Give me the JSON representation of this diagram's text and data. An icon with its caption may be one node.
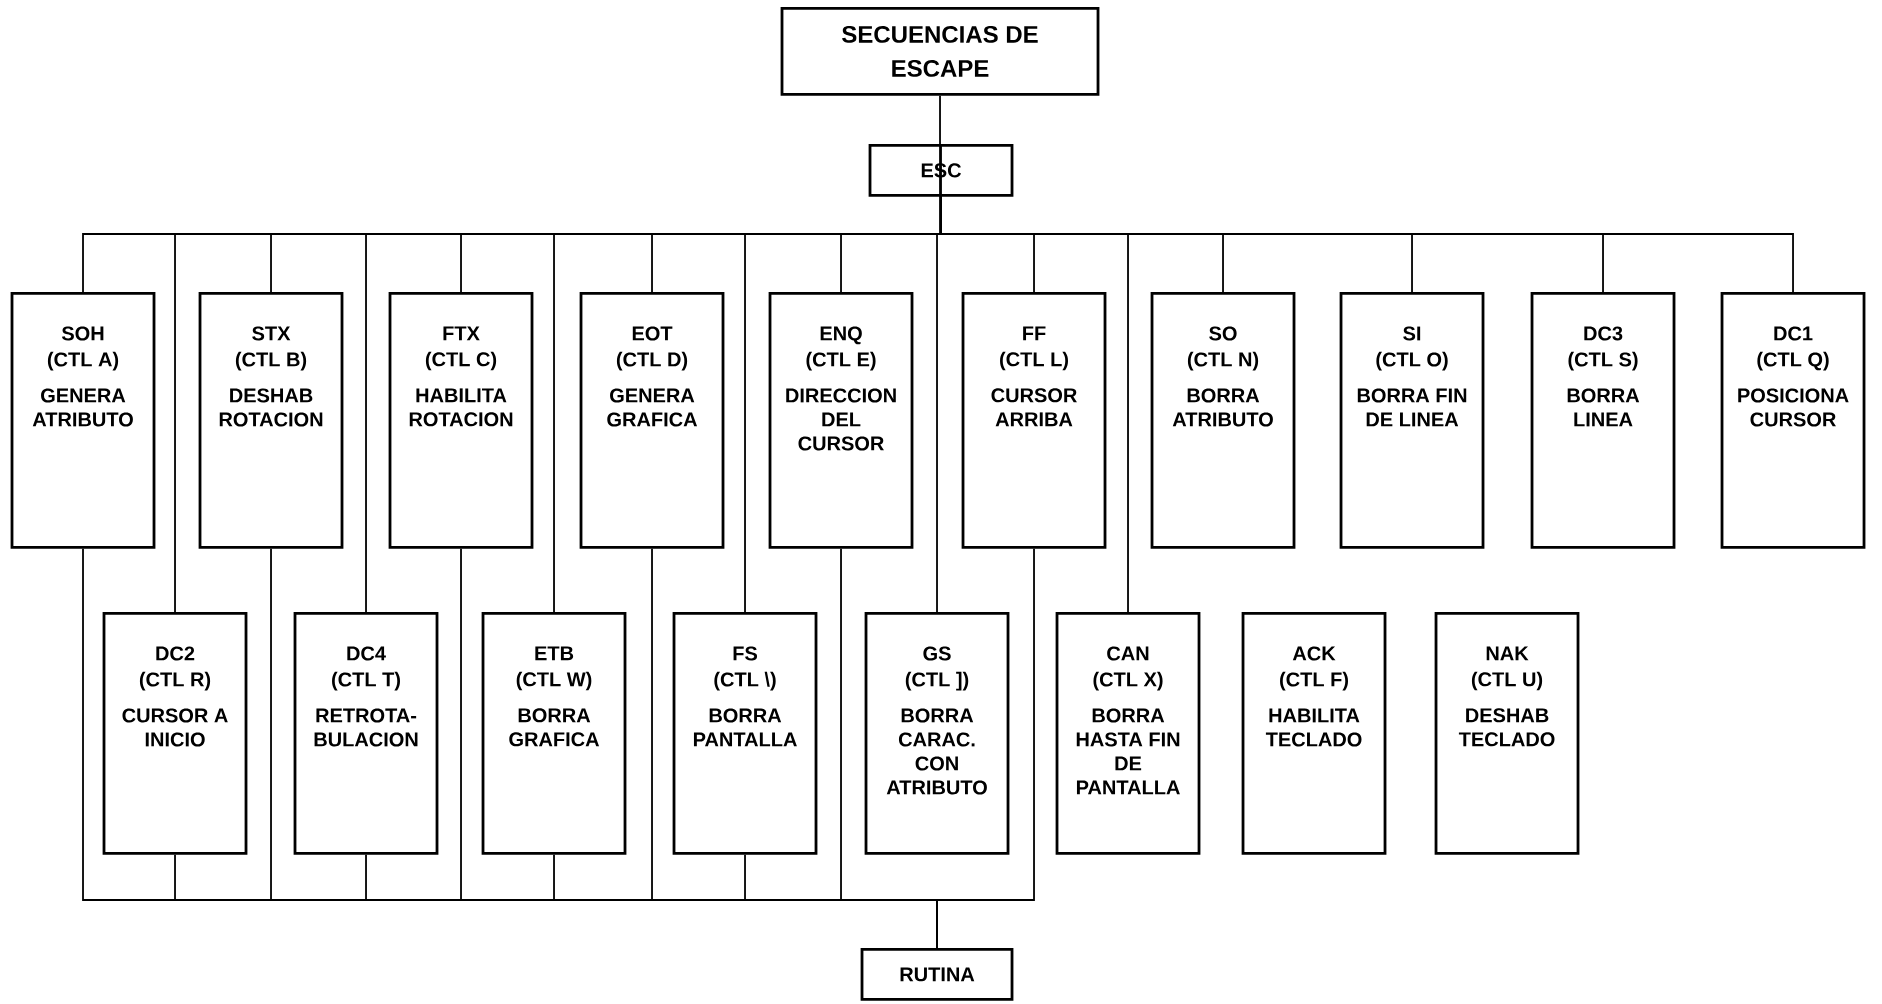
{
  "diagram": {
    "nodes": [
      {
        "text": [
          "SECUENCIAS DE ESCAPE"
        ]
      },
      {
        "text": [
          "ESC"
        ]
      },
      {
        "text": [
          "SOH",
          "(CTL A)",
          "GENERA ATRIBUTO"
        ]
      },
      {
        "text": [
          "STX",
          "(CTL B)",
          "DESHAB ROTACION"
        ]
      },
      {
        "text": [
          "FTX",
          "(CTL C)",
          "HABILITA ROTACION"
        ]
      },
      {
        "text": [
          "EOT",
          "(CTL D)",
          "GENERA GRAFICA"
        ]
      },
      {
        "text": [
          "ENQ",
          "(CTL E)",
          "DIRECCION DEL CURSOR"
        ]
      },
      {
        "text": [
          "FF",
          "(CTL L)",
          "CURSOR ARRIBA"
        ]
      },
      {
        "text": [
          "SO",
          "(CTL N)",
          "BORRA ATRIBUTO"
        ]
      },
      {
        "text": [
          "SI",
          "(CTL O)",
          "BORRA FIN DE LINEA"
        ]
      },
      {
        "text": [
          "DC3",
          "(CTL S)",
          "BORRA LINEA"
        ]
      },
      {
        "text": [
          "DC1",
          "(CTL Q)",
          "POSICIONA CURSOR"
        ]
      },
      {
        "text": [
          "DC2",
          "(CTL R)",
          "CURSOR A INICIO"
        ]
      },
      {
        "text": [
          "DC4",
          "(CTL T)",
          "RETROTA-BULACION"
        ]
      },
      {
        "text": [
          "ETB",
          "(CTL W)",
          "BORRA GRAFICA"
        ]
      },
      {
        "text": [
          "FS",
          "(CTL \\)",
          "BORRA PANTALLA"
        ]
      },
      {
        "text": [
          "GS",
          "(CTL ])",
          "BORRA CARAC. CON ATRIBUTO"
        ]
      },
      {
        "text": [
          "CAN",
          "(CTL X)",
          "BORRA HASTA FIN DE PANTALLA"
        ]
      },
      {
        "text": [
          "ACK",
          "(CTL F)",
          "HABILITA TECLADO"
        ]
      },
      {
        "text": [
          "NAK",
          "(CTL U)",
          "DESHAB TECLADO"
        ]
      },
      {
        "text": [
          "RUTINA"
        ]
      }
    ],
    "edges": [
      {
        "from": 0,
        "to": 1,
        "arrow": "none"
      },
      {
        "from": 1,
        "to": 2,
        "arrow": "none"
      },
      {
        "from": 1,
        "to": 3,
        "arrow": "none"
      },
      {
        "from": 1,
        "to": 4,
        "arrow": "none"
      },
      {
        "from": 1,
        "to": 5,
        "arrow": "none"
      },
      {
        "from": 1,
        "to": 6,
        "arrow": "none"
      },
      {
        "from": 1,
        "to": 7,
        "arrow": "none"
      },
      {
        "from": 1,
        "to": 8,
        "arrow": "none"
      },
      {
        "from": 1,
        "to": 9,
        "arrow": "none"
      },
      {
        "from": 1,
        "to": 10,
        "arrow": "none"
      },
      {
        "from": 1,
        "to": 11,
        "arrow": "none"
      },
      {
        "from": 1,
        "to": 12,
        "arrow": "none"
      },
      {
        "from": 1,
        "to": 13,
        "arrow": "none"
      },
      {
        "from": 1,
        "to": 14,
        "arrow": "none"
      },
      {
        "from": 1,
        "to": 15,
        "arrow": "none"
      },
      {
        "from": 1,
        "to": 16,
        "arrow": "none"
      },
      {
        "from": 1,
        "to": 17,
        "arrow": "none"
      },
      {
        "from": 2,
        "to": 20,
        "arrow": "none"
      },
      {
        "from": 3,
        "to": 20,
        "arrow": "none"
      },
      {
        "from": 4,
        "to": 20,
        "arrow": "none"
      },
      {
        "from": 5,
        "to": 20,
        "arrow": "none"
      },
      {
        "from": 6,
        "to": 20,
        "arrow": "none"
      },
      {
        "from": 7,
        "to": 20,
        "arrow": "none"
      },
      {
        "from": 12,
        "to": 20,
        "arrow": "none"
      },
      {
        "from": 13,
        "to": 20,
        "arrow": "none"
      },
      {
        "from": 14,
        "to": 20,
        "arrow": "none"
      },
      {
        "from": 15,
        "to": 20,
        "arrow": "none"
      }
    ]
  }
}
